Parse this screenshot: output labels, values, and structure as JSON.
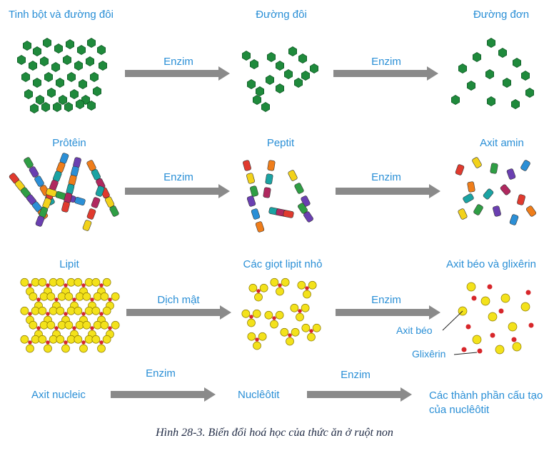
{
  "rows": [
    {
      "stages": [
        "Tinh bột và đường đôi",
        "Đường đôi",
        "Đường đơn"
      ],
      "arrows": [
        "Enzim",
        "Enzim"
      ]
    },
    {
      "stages": [
        "Prôtêin",
        "Peptit",
        "Axit amin"
      ],
      "arrows": [
        "Enzim",
        "Enzim"
      ]
    },
    {
      "stages": [
        "Lipit",
        "Các giọt lipit nhỏ",
        "Axit béo và glixêrin"
      ],
      "arrows": [
        "Dịch mật",
        "Enzim"
      ],
      "annotations": {
        "fatty_acid": "Axit béo",
        "glycerol": "Glixêrin"
      }
    },
    {
      "stages": [
        "Axit nucleic",
        "Nuclêôtit",
        "Các thành phần cấu\ntạo của nuclêôtit"
      ],
      "arrows": [
        "Enzim",
        "Enzim"
      ]
    }
  ],
  "caption": "Hình 28-3. Biến đổi hoá học của thức ăn ở ruột non",
  "colors": {
    "label": "#2a8fd6",
    "arrow": "#8a8a8a",
    "sugar": "#1f8a3c",
    "fat_droplet": "#f3e21b",
    "fat_link": "#d7262a",
    "glycerol": "#d7262a",
    "amino_acids": [
      "#e03a2e",
      "#f2d21b",
      "#2f9e44",
      "#6a3fb1",
      "#2b8fd6",
      "#ef7d1a",
      "#1aa3a3",
      "#b0285f"
    ]
  }
}
